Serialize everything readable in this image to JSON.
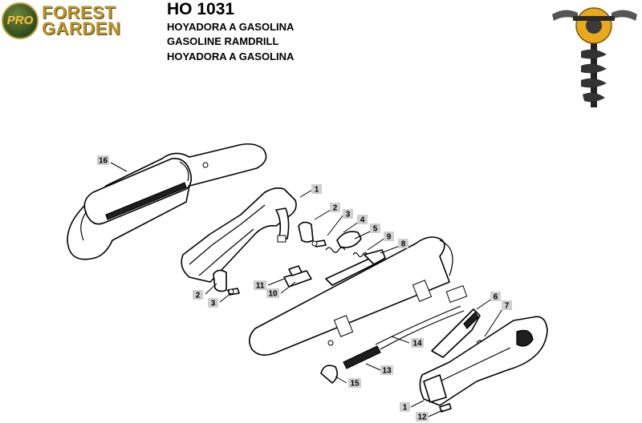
{
  "brand": {
    "badge": "PRO",
    "line1": "FOREST",
    "line2": "GARDEN"
  },
  "header": {
    "model": "HO 1031",
    "descriptions": [
      "HOYADORA A GASOLINA",
      "GASOLINE RAMDRILL",
      "HOYADORA A GASOLINA"
    ]
  },
  "callouts": [
    "16",
    "1",
    "2",
    "3",
    "4",
    "5",
    "9",
    "8",
    "11",
    "10",
    "2",
    "3",
    "6",
    "7",
    "14",
    "13",
    "15",
    "1",
    "12"
  ],
  "colors": {
    "brand_gold": "#b8952e",
    "brand_green": "#2e4a1c",
    "callout_bg": "#cfcfcf",
    "product_yellow": "#e8a91c"
  }
}
